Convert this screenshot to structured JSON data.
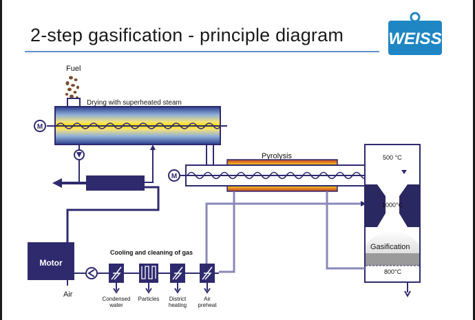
{
  "header": {
    "title": "2-step gasification - principle diagram",
    "logo_text": "WEISS"
  },
  "labels": {
    "fuel": "Fuel",
    "drying": "Drying with superheated steam",
    "pyrolysis": "Pyrolysis",
    "motor_symbol": "M",
    "motor_box": "Motor",
    "air": "Air",
    "cooling": "Cooling and cleaning of gas",
    "condensed_water_1": "Condensed",
    "condensed_water_2": "water",
    "particles": "Particles",
    "district_heating_1": "District",
    "district_heating_2": "heating",
    "air_preheat_1": "Air",
    "air_preheat_2": "preheat",
    "t500": "500 °C",
    "t1000": "1000°C",
    "gasification": "Gasification",
    "t800": "800°C"
  },
  "colors": {
    "line": "#2e2a6e",
    "gray_line": "#8a87b8",
    "box": "#2f2a6e",
    "logo": "#1f86c4",
    "rule": "#5a8fc8"
  }
}
